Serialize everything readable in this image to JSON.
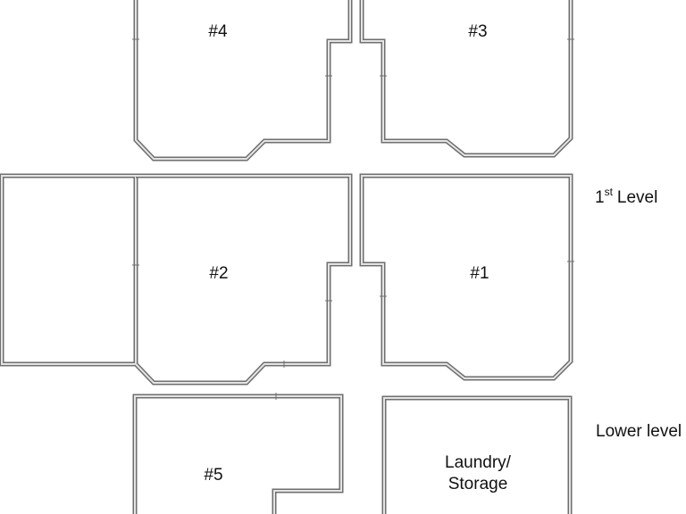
{
  "units": [
    {
      "id": "unit-4",
      "label": "#4"
    },
    {
      "id": "unit-3",
      "label": "#3"
    },
    {
      "id": "unit-2",
      "label": "#2"
    },
    {
      "id": "unit-1",
      "label": "#1"
    },
    {
      "id": "unit-5",
      "label": "#5"
    }
  ],
  "laundry": {
    "line1": "Laundry/",
    "line2": "Storage"
  },
  "levels": {
    "first": {
      "number": "1",
      "suffix": "st",
      "word": "Level"
    },
    "lower": "Lower level"
  }
}
